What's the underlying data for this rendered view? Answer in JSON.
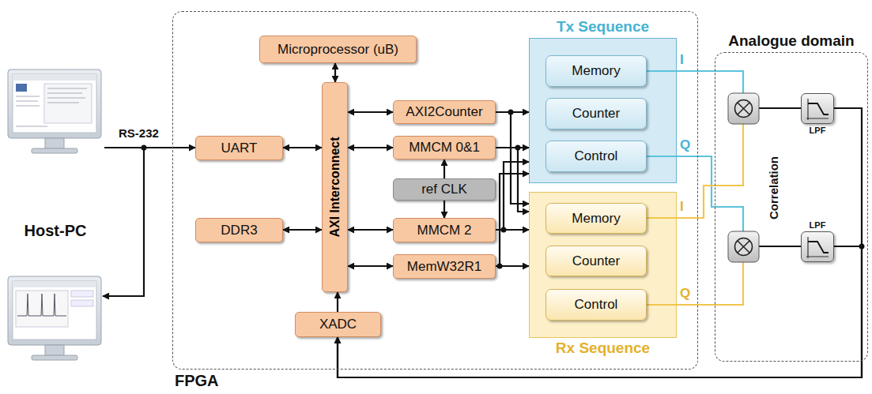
{
  "diagram": {
    "nodes": [
      {
        "text": [
          "Host-PC"
        ]
      },
      {
        "text": [
          "FPGA"
        ]
      },
      {
        "text": [
          "Microprocessor (uB)"
        ],
        "in": 1
      },
      {
        "text": [
          "AXI Interconnect"
        ],
        "in": 1
      },
      {
        "text": [
          "UART"
        ],
        "in": 1
      },
      {
        "text": [
          "DDR3"
        ],
        "in": 1
      },
      {
        "text": [
          "XADC"
        ],
        "in": 1
      },
      {
        "text": [
          "AXI2Counter"
        ],
        "in": 1
      },
      {
        "text": [
          "MMCM 0&1"
        ],
        "in": 1
      },
      {
        "text": [
          "ref CLK"
        ],
        "in": 1
      },
      {
        "text": [
          "MMCM 2"
        ],
        "in": 1
      },
      {
        "text": [
          "MemW32R1"
        ],
        "in": 1
      },
      {
        "text": [
          "Tx Sequence"
        ],
        "in": 1
      },
      {
        "text": [
          "Memory"
        ],
        "in": 12
      },
      {
        "text": [
          "Counter"
        ],
        "in": 12
      },
      {
        "text": [
          "Control"
        ],
        "in": 12
      },
      {
        "text": [
          "Rx Sequence"
        ],
        "in": 1
      },
      {
        "text": [
          "Memory"
        ],
        "in": 16
      },
      {
        "text": [
          "Counter"
        ],
        "in": 16
      },
      {
        "text": [
          "Control"
        ],
        "in": 16
      },
      {
        "text": [
          "Analogue domain"
        ]
      },
      {
        "text": [
          "LPF"
        ],
        "in": 20
      },
      {
        "text": [
          "LPF"
        ],
        "in": 20
      }
    ],
    "edges": [
      {
        "from": 0,
        "to": 4,
        "arrow": "to",
        "label": "RS-232"
      },
      {
        "from": 4,
        "to": 3,
        "arrow": "both"
      },
      {
        "from": 2,
        "to": 3,
        "arrow": "both"
      },
      {
        "from": 5,
        "to": 3,
        "arrow": "both"
      },
      {
        "from": 6,
        "to": 3,
        "arrow": "to"
      },
      {
        "from": 3,
        "to": 7,
        "arrow": "both"
      },
      {
        "from": 3,
        "to": 8,
        "arrow": "both"
      },
      {
        "from": 3,
        "to": 10,
        "arrow": "both"
      },
      {
        "from": 3,
        "to": 11,
        "arrow": "both"
      },
      {
        "from": 9,
        "to": 8,
        "arrow": "to"
      },
      {
        "from": 9,
        "to": 10,
        "arrow": "to"
      },
      {
        "from": 7,
        "to": 12,
        "arrow": "to"
      },
      {
        "from": 7,
        "to": 16,
        "arrow": "to"
      },
      {
        "from": 8,
        "to": 12,
        "arrow": "to"
      },
      {
        "from": 8,
        "to": 16,
        "arrow": "to"
      },
      {
        "from": 10,
        "to": 16,
        "arrow": "to"
      },
      {
        "from": 10,
        "to": 12,
        "arrow": "to"
      },
      {
        "from": 11,
        "to": 16,
        "arrow": "to"
      },
      {
        "from": 11,
        "to": 12,
        "arrow": "to"
      },
      {
        "from": 21,
        "to": 6,
        "arrow": "to"
      },
      {
        "from": 22,
        "to": 6,
        "arrow": "to"
      }
    ],
    "labels": [
      "I",
      "Q",
      "I",
      "Q",
      "Correlation"
    ]
  }
}
